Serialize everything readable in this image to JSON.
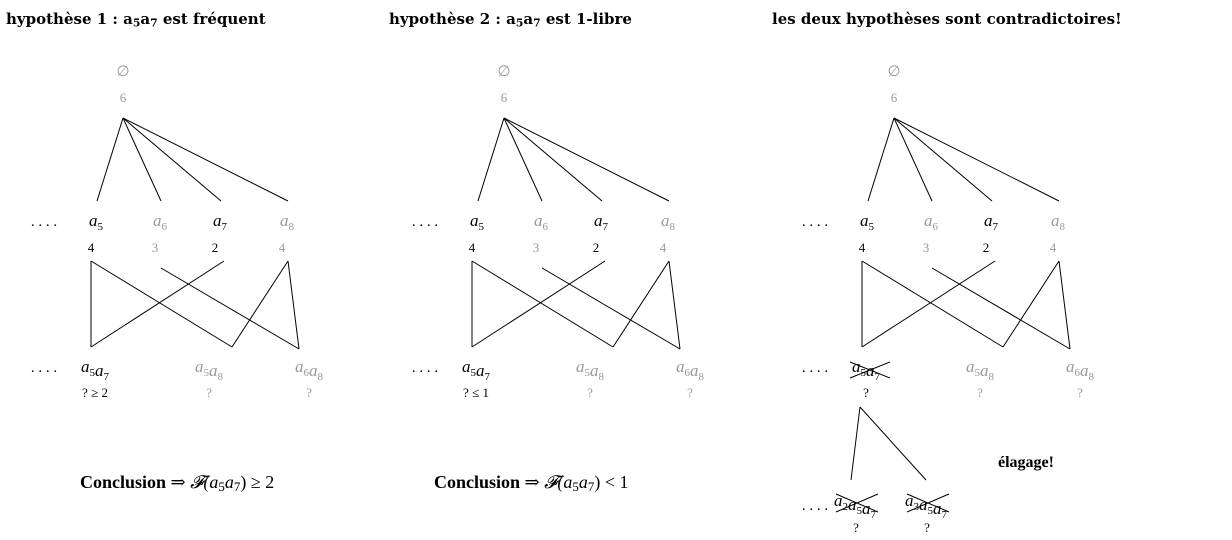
{
  "headers": [
    {
      "prefix": "hypothèse 1 : a",
      "s1": "5",
      "mid": "a",
      "s2": "7",
      "suffix": " est fréquent"
    },
    {
      "prefix": "hypothèse 2 : a",
      "s1": "5",
      "mid": "a",
      "s2": "7",
      "suffix": " est 1-libre"
    },
    {
      "text": "les deux hypothèses sont contradictoires!"
    }
  ],
  "root": {
    "symbol": "∅",
    "support": "6"
  },
  "level1": [
    {
      "letter": "a",
      "sub": "5",
      "support": "4",
      "state": "active"
    },
    {
      "letter": "a",
      "sub": "6",
      "support": "3",
      "state": "faded"
    },
    {
      "letter": "a",
      "sub": "7",
      "support": "2",
      "state": "active"
    },
    {
      "letter": "a",
      "sub": "8",
      "support": "4",
      "state": "faded"
    }
  ],
  "ellipsis": ". . . .",
  "panels": [
    {
      "level2": [
        {
          "a": "a",
          "s1": "5",
          "b": "a",
          "s2": "7",
          "support": "? ≥ 2",
          "state": "active",
          "crossed": false
        },
        {
          "a": "a",
          "s1": "5",
          "b": "a",
          "s2": "8",
          "support": "?",
          "state": "faded",
          "crossed": false
        },
        {
          "a": "a",
          "s1": "6",
          "b": "a",
          "s2": "8",
          "support": "?",
          "state": "faded",
          "crossed": false
        }
      ],
      "conclusion": {
        "label": "Conclusion",
        "arrow": " ⇒ ",
        "func": "𝓕(a",
        "s1": "5",
        "mid": "a",
        "s2": "7",
        "rel": ") ≥ 2"
      }
    },
    {
      "level2": [
        {
          "a": "a",
          "s1": "5",
          "b": "a",
          "s2": "7",
          "support": "? ≤ 1",
          "state": "active",
          "crossed": false
        },
        {
          "a": "a",
          "s1": "5",
          "b": "a",
          "s2": "8",
          "support": "?",
          "state": "faded",
          "crossed": false
        },
        {
          "a": "a",
          "s1": "6",
          "b": "a",
          "s2": "8",
          "support": "?",
          "state": "faded",
          "crossed": false
        }
      ],
      "conclusion": {
        "label": "Conclusion",
        "arrow": " ⇒ ",
        "func": "𝓕(a",
        "s1": "5",
        "mid": "a",
        "s2": "7",
        "rel": ") < 1"
      }
    },
    {
      "level2": [
        {
          "a": "a",
          "s1": "5",
          "b": "a",
          "s2": "7",
          "support": "?",
          "state": "active",
          "crossed": true
        },
        {
          "a": "a",
          "s1": "5",
          "b": "a",
          "s2": "8",
          "support": "?",
          "state": "faded",
          "crossed": false
        },
        {
          "a": "a",
          "s1": "6",
          "b": "a",
          "s2": "8",
          "support": "?",
          "state": "faded",
          "crossed": false
        }
      ],
      "level3": [
        {
          "parts": [
            [
              "a",
              "2"
            ],
            [
              "a",
              "5"
            ],
            [
              "a",
              "7"
            ]
          ],
          "support": "?"
        },
        {
          "parts": [
            [
              "a",
              "3"
            ],
            [
              "a",
              "5"
            ],
            [
              "a",
              "7"
            ]
          ],
          "support": "?"
        }
      ],
      "pruning": "élagage!"
    }
  ],
  "colors": {
    "active": "#000000",
    "faded": "#999999",
    "line": "#000000"
  }
}
